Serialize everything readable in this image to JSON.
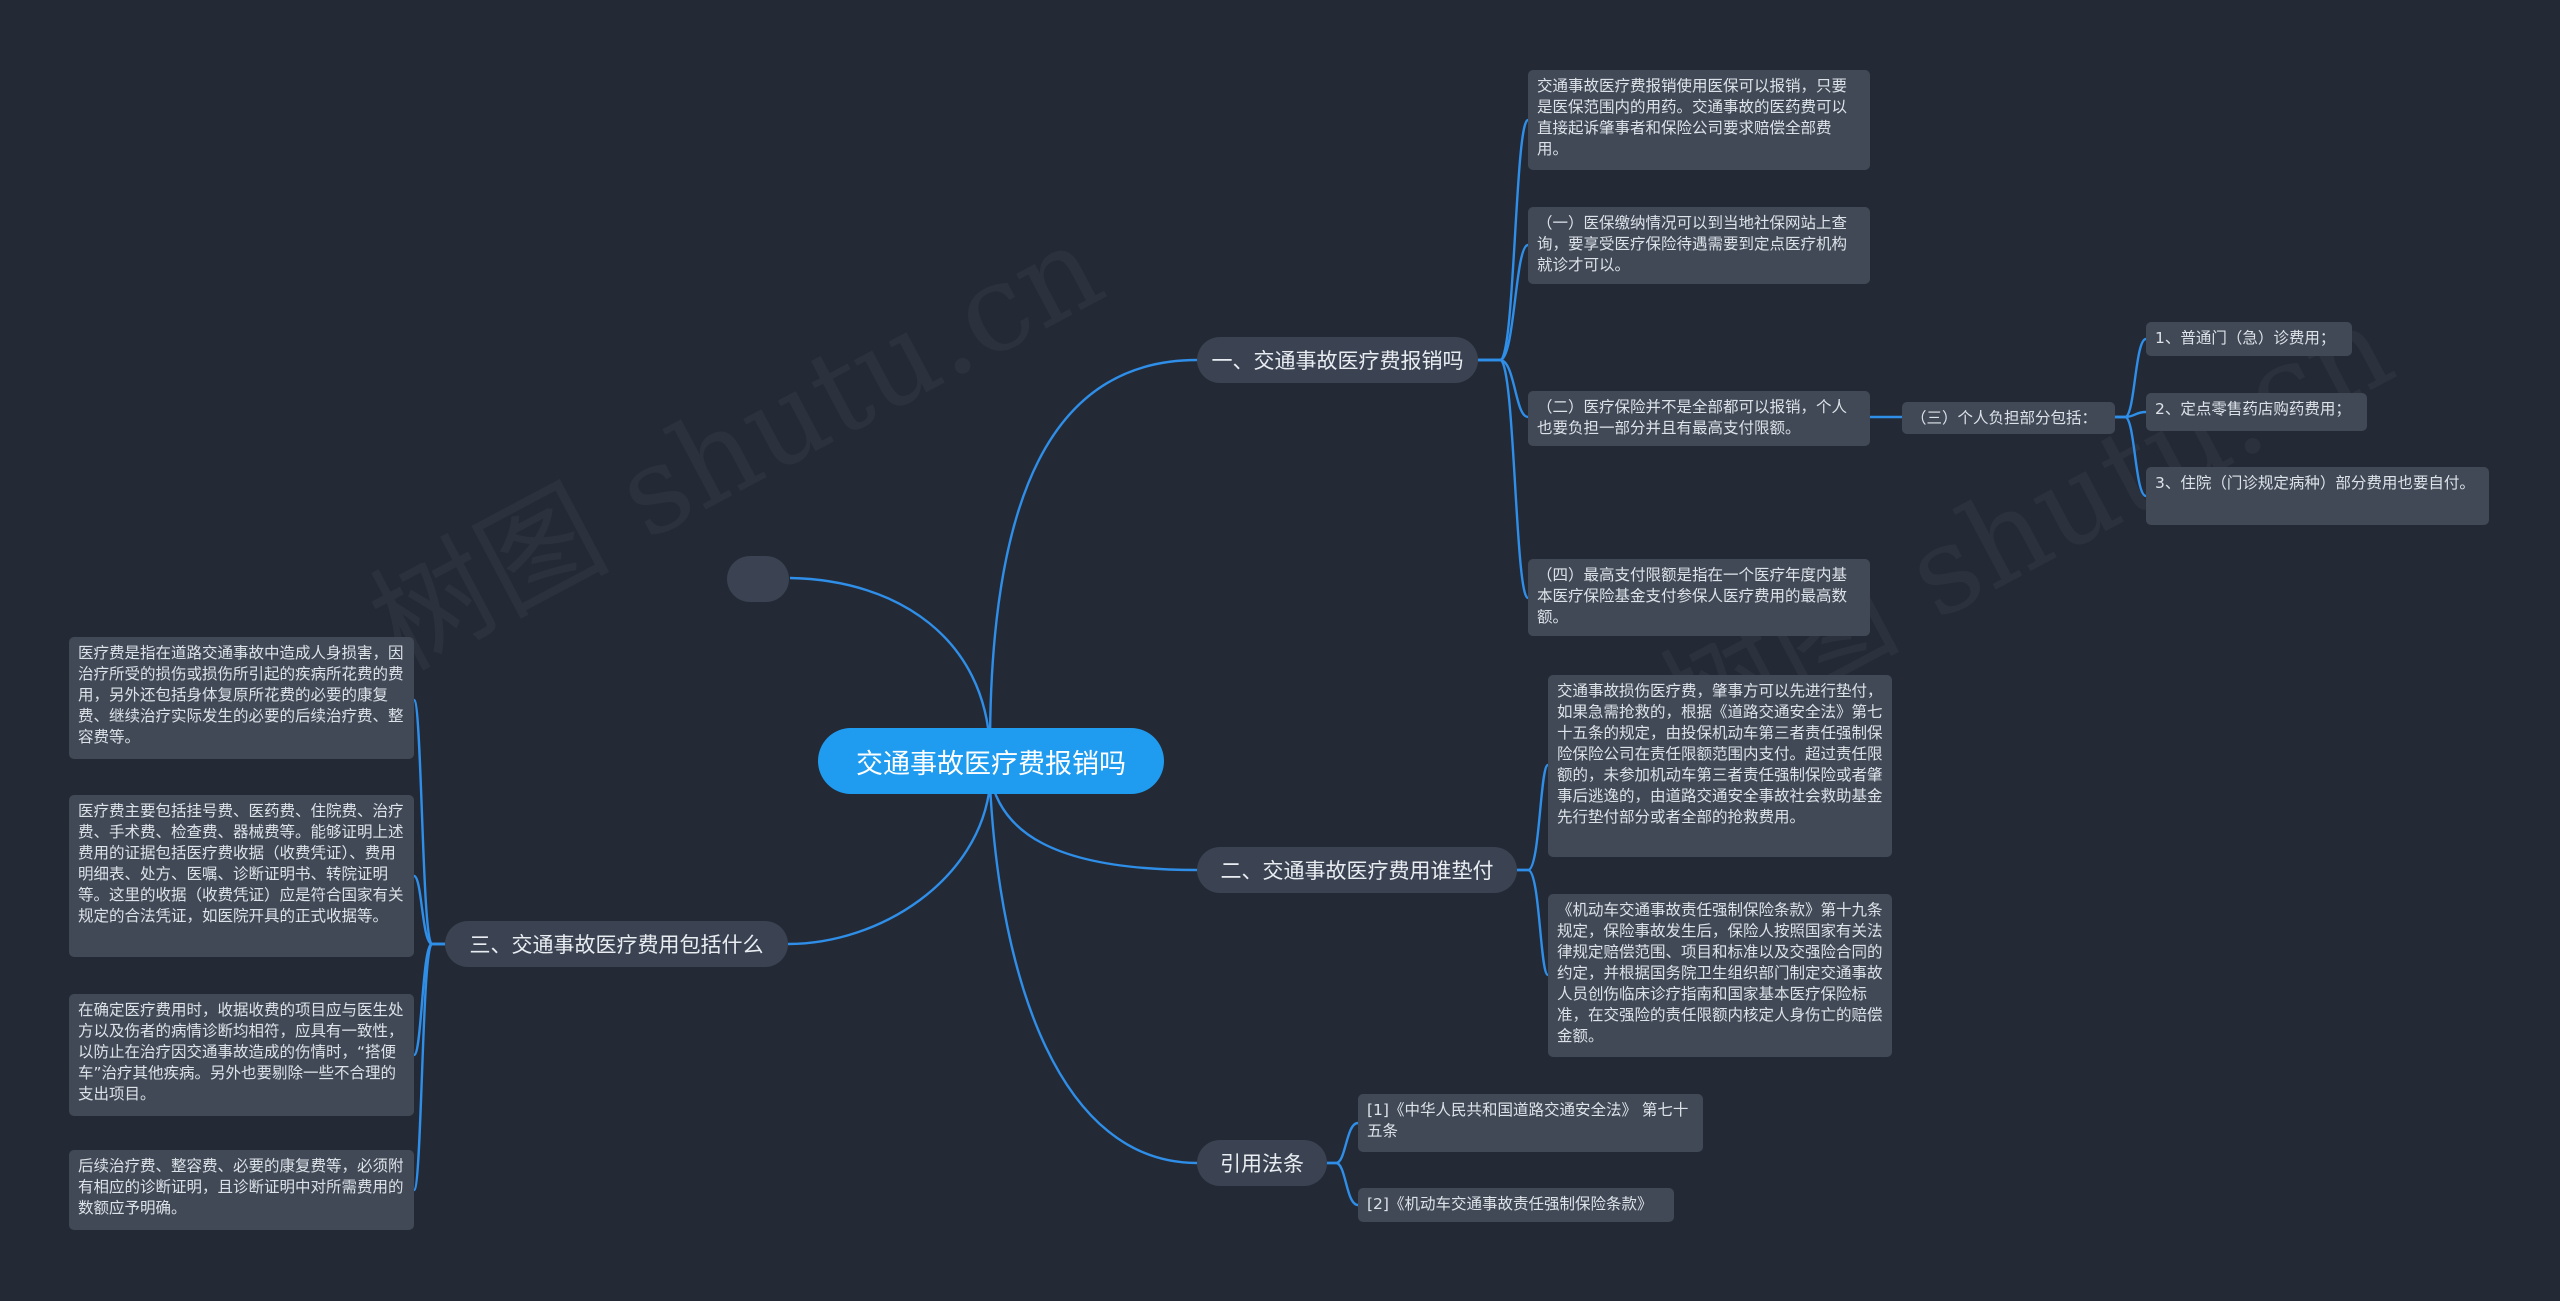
{
  "root": {
    "label": "交通事故医疗费报销吗"
  },
  "watermarks": [
    "树图 shutu.cn",
    "树图 shutu.cn"
  ],
  "branches": {
    "b1": {
      "label": "一、交通事故医疗费报销吗",
      "items": [
        "交通事故医疗费报销使用医保可以报销，只要是医保范围内的用药。交通事故的医药费可以直接起诉肇事者和保险公司要求赔偿全部费用。",
        "（一）医保缴纳情况可以到当地社保网站上查询，要享受医疗保险待遇需要到定点医疗机构就诊才可以。",
        "（二）医疗保险并不是全部都可以报销，个人也要负担一部分并且有最高支付限额。",
        "（四）最高支付限额是指在一个医疗年度内基本医疗保险基金支付参保人医疗费用的最高数额。"
      ],
      "sub": {
        "label": "（三）个人负担部分包括：",
        "items": [
          "1、普通门（急）诊费用；",
          "2、定点零售药店购药费用；",
          "3、住院（门诊规定病种）部分费用也要自付。"
        ]
      }
    },
    "b2": {
      "label": "二、交通事故医疗费用谁垫付",
      "items": [
        "交通事故损伤医疗费，肇事方可以先进行垫付，如果急需抢救的，根据《道路交通安全法》第七十五条的规定，由投保机动车第三者责任强制保险保险公司在责任限额范围内支付。超过责任限额的，未参加机动车第三者责任强制保险或者肇事后逃逸的，由道路交通安全事故社会救助基金先行垫付部分或者全部的抢救费用。",
        "《机动车交通事故责任强制保险条款》第十九条规定，保险事故发生后，保险人按照国家有关法律规定赔偿范围、项目和标准以及交强险合同的约定，并根据国务院卫生组织部门制定交通事故人员创伤临床诊疗指南和国家基本医疗保险标准，在交强险的责任限额内核定人身伤亡的赔偿金额。"
      ]
    },
    "b3": {
      "label": "引用法条",
      "items": [
        "[1]《中华人民共和国道路交通安全法》 第七十五条",
        "[2]《机动车交通事故责任强制保险条款》"
      ]
    },
    "b4": {
      "label": "三、交通事故医疗费用包括什么",
      "items": [
        "医疗费是指在道路交通事故中造成人身损害，因治疗所受的损伤或损伤所引起的疾病所花费的费用，另外还包括身体复原所花费的必要的康复费、继续治疗实际发生的必要的后续治疗费、整容费等。",
        "医疗费主要包括挂号费、医药费、住院费、治疗费、手术费、检查费、器械费等。能够证明上述费用的证据包括医疗费收据（收费凭证）、费用明细表、处方、医嘱、诊断证明书、转院证明等。这里的收据（收费凭证）应是符合国家有关规定的合法凭证，如医院开具的正式收据等。",
        "在确定医疗费用时，收据收费的项目应与医生处方以及伤者的病情诊断均相符，应具有一致性，以防止在治疗因交通事故造成的伤情时，“搭便车”治疗其他疾病。另外也要剔除一些不合理的支出项目。",
        "后续治疗费、整容费、必要的康复费等，必须附有相应的诊断证明，且诊断证明中对所需费用的数额应予明确。"
      ]
    }
  },
  "colors": {
    "background": "#232935",
    "root": "#1f9cf0",
    "link": "#2f8ee8",
    "branch": "#3b4352",
    "box": "#414957"
  }
}
